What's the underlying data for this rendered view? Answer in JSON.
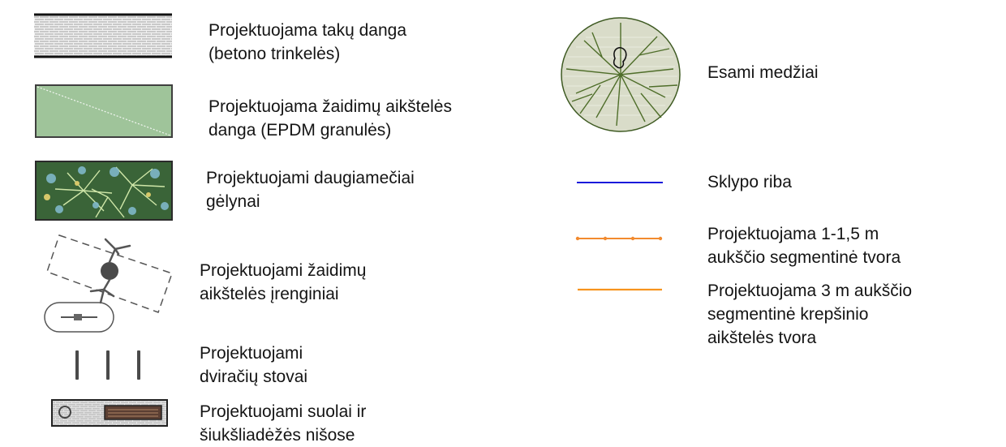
{
  "legend": {
    "items": [
      {
        "id": "paving",
        "label": "Projektuojama takų danga\n(betono trinkelės)",
        "swatch_color": "#b8b8b8"
      },
      {
        "id": "epdm",
        "label": "Projektuojama žaidimų aikštelės\ndanga (EPDM granulės)",
        "swatch_color": "#9fc49a"
      },
      {
        "id": "flowerbeds",
        "label": "Projektuojami daugiamečiai\ngėlynai",
        "swatch_color": "#3f6b3c"
      },
      {
        "id": "play-equipment",
        "label": "Projektuojami žaidimų\naikštelės įrenginiai",
        "swatch_color": "#555555"
      },
      {
        "id": "bike-stands",
        "label": "Projektuojami\ndviračių stovai",
        "swatch_color": "#444444"
      },
      {
        "id": "benches",
        "label": "Projektuojami suolai ir\nšiukšliadėžės nišose",
        "swatch_color": "#6b4a3a"
      },
      {
        "id": "trees",
        "label": "Esami medžiai",
        "swatch_color": "#4f6e2a"
      },
      {
        "id": "boundary",
        "label": "Sklypo riba",
        "swatch_color": "#1a1adb"
      },
      {
        "id": "fence-low",
        "label": "Projektuojama 1-1,5 m\naukščio segmentinė tvora",
        "swatch_color": "#f28a2e"
      },
      {
        "id": "fence-high",
        "label": "Projektuojama 3 m aukščio\nsegmentinė krepšinio\naikštelės tvora",
        "swatch_color": "#f7931e"
      }
    ]
  }
}
